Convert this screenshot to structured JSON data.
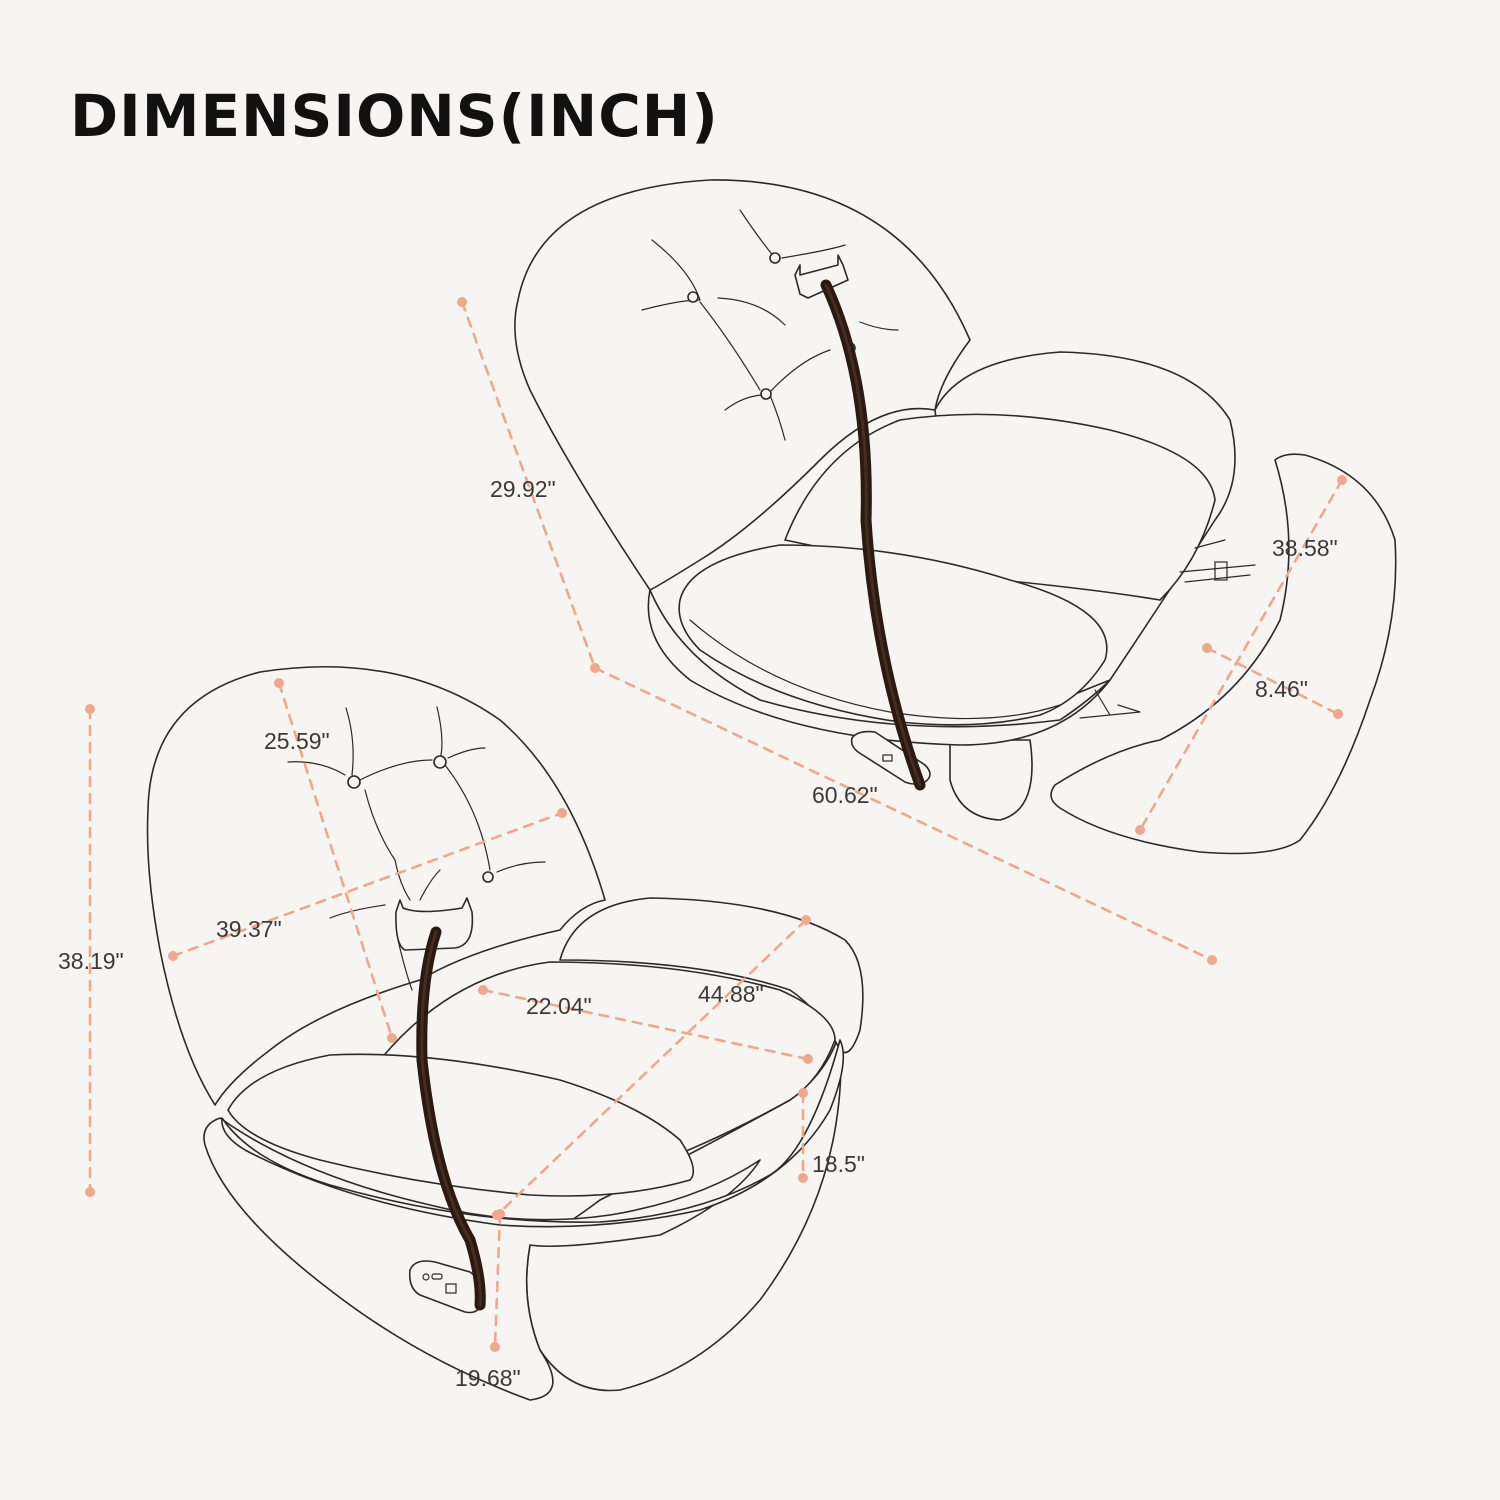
{
  "title": "DIMENSIONS(INCH)",
  "colors": {
    "dimension_line": "#f0a78c",
    "outline": "#2a2a2a",
    "strap": "#2b1a12",
    "background": "#f7f5f1"
  },
  "dimensions": {
    "reclined_back_height": "29.92\"",
    "reclined_total_length": "60.62\"",
    "footrest_length": "38.58\"",
    "footrest_depth": "8.46\"",
    "back_height": "25.59\"",
    "back_width": "39.37\"",
    "total_height": "38.19\"",
    "seat_depth": "22.04\"",
    "total_width": "44.88\"",
    "seat_height": "18.5\"",
    "base_height": "19.68\""
  }
}
